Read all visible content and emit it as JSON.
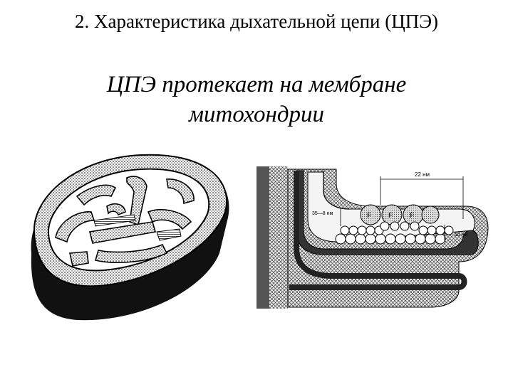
{
  "slide": {
    "title": "2. Характеристика дыхательной цепи (ЦПЭ)",
    "subtitle_line1": "ЦПЭ протекает на мембране",
    "subtitle_line2": "митохондрии"
  },
  "figure_membrane": {
    "label_width": "22 нм",
    "label_left": "35—8 нм",
    "label_right": "10 нм",
    "particle_label": "F"
  }
}
